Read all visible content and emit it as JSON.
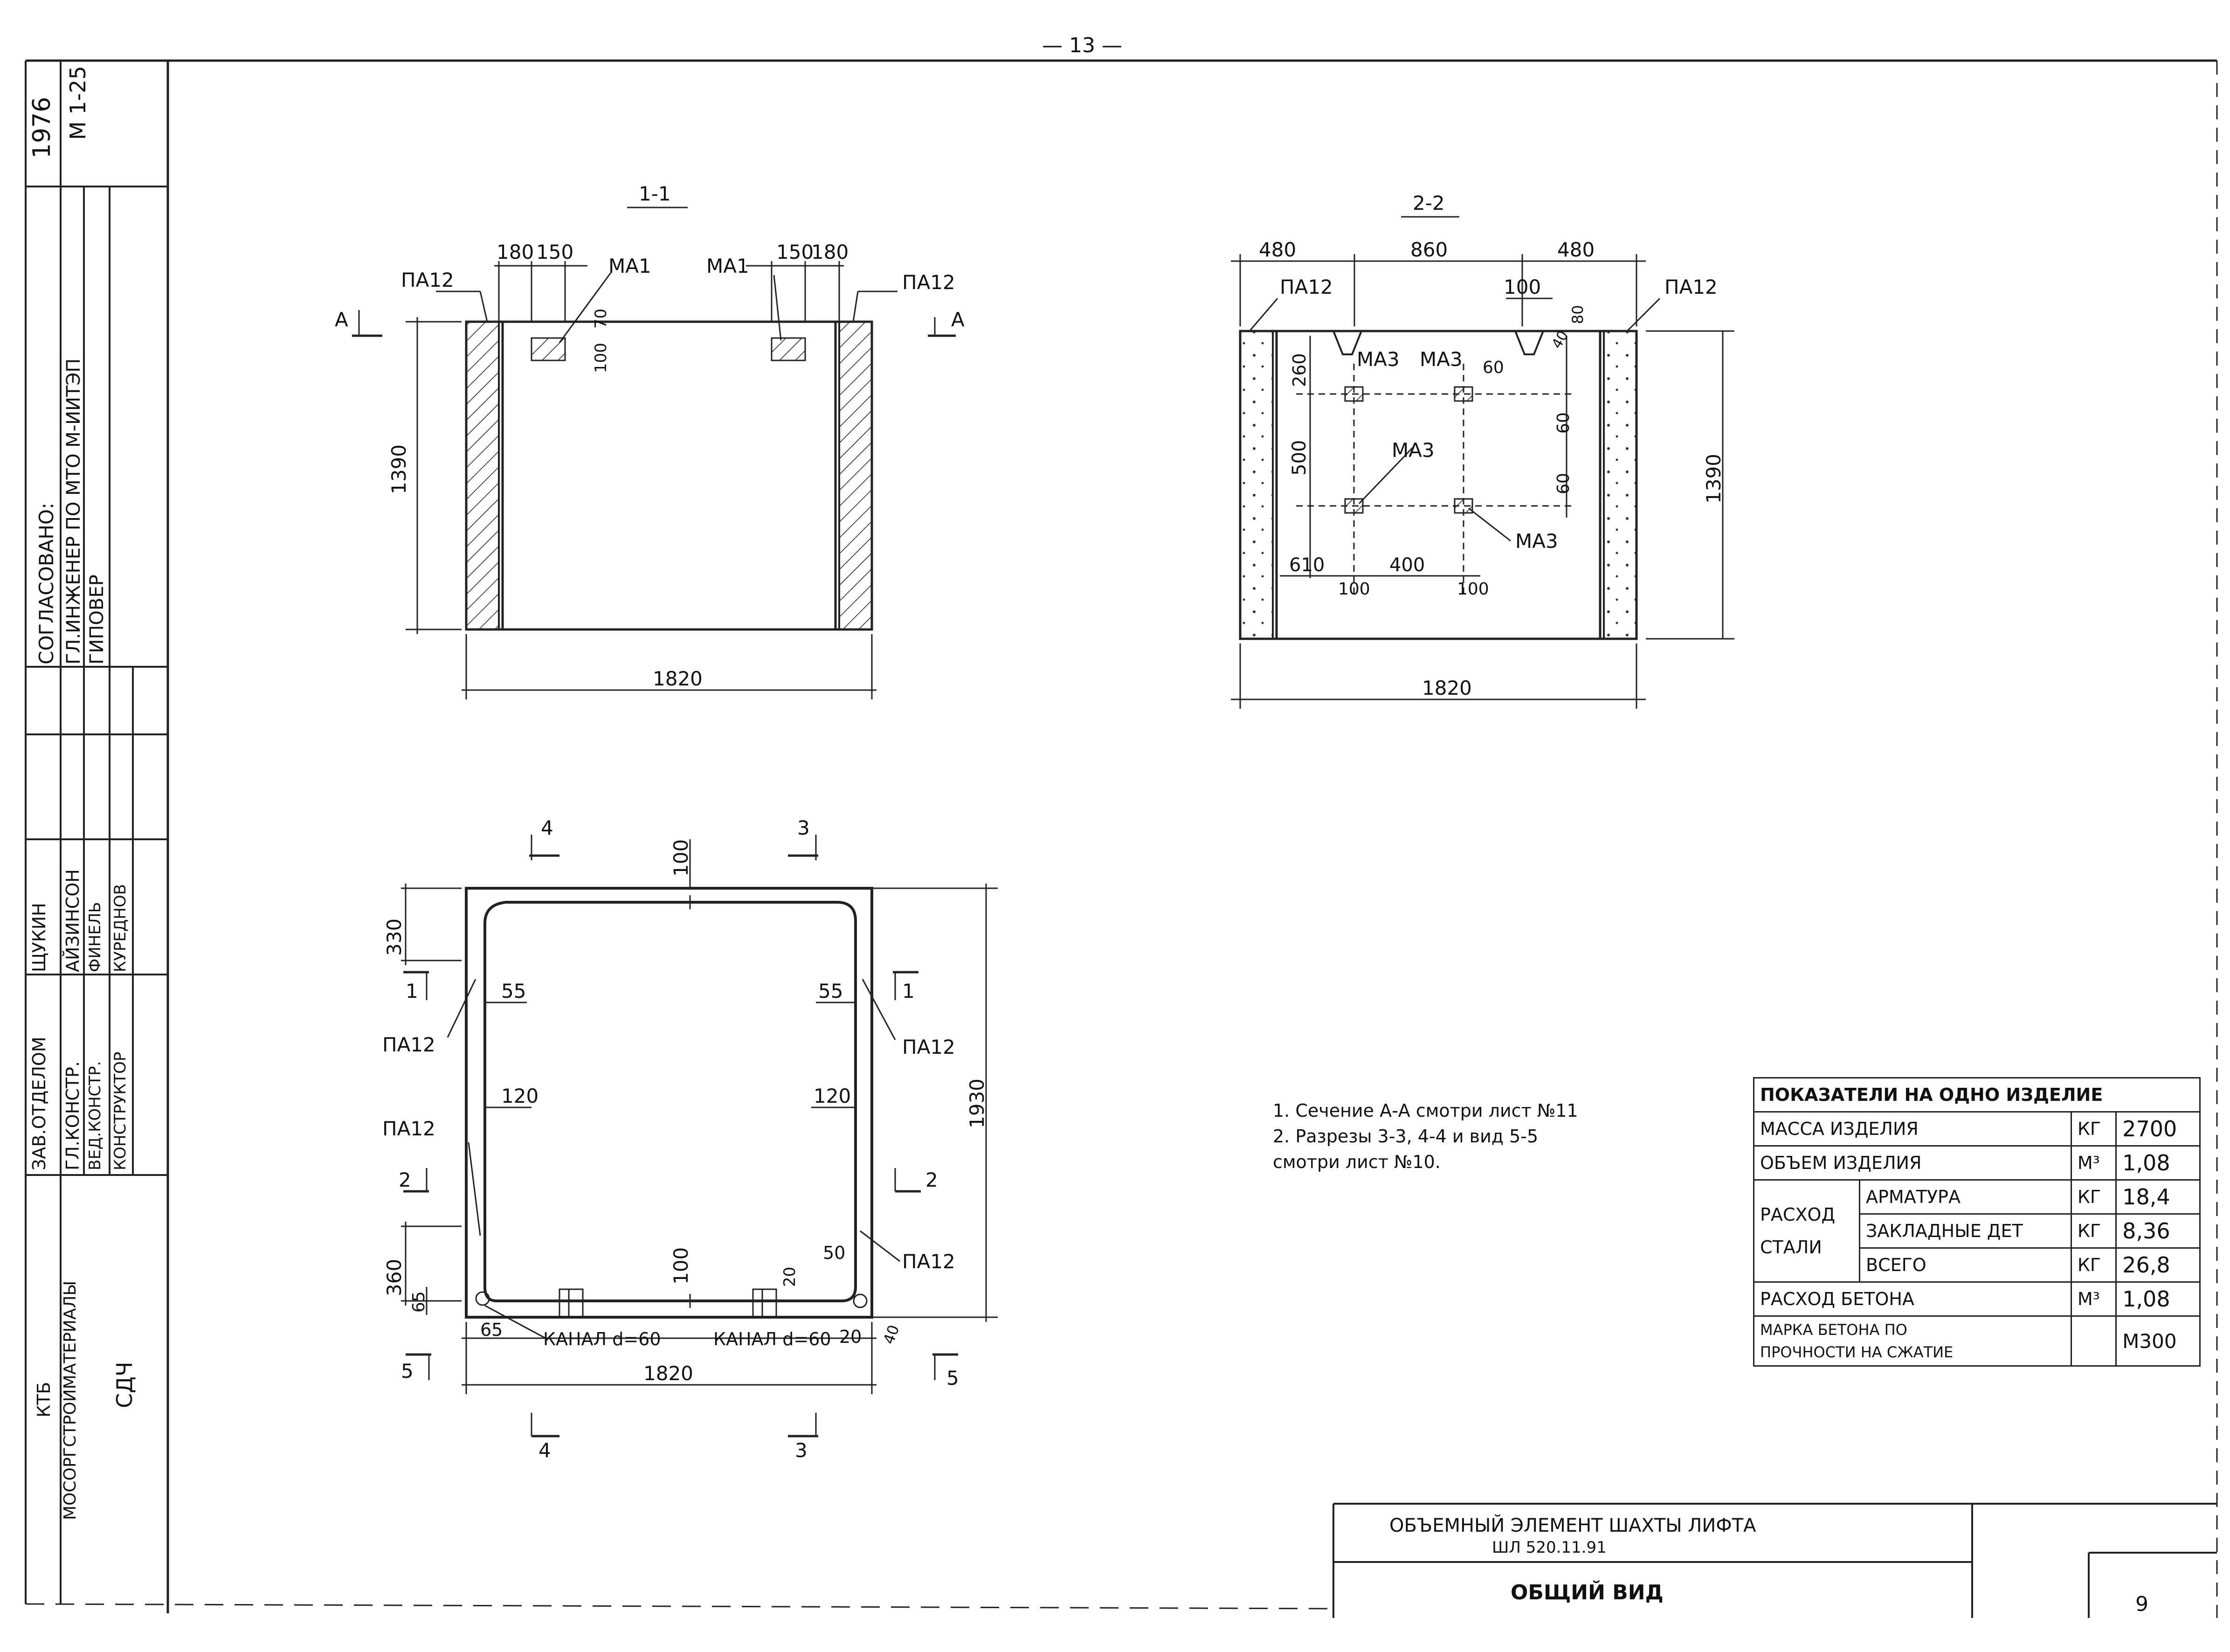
{
  "page_number": "— 13 —",
  "stamp": {
    "year": "1976",
    "series": "М 1-25",
    "agreed": "СОГЛАСОВАНО:",
    "agreed_role1": "ГЛ.ИНЖЕНЕР ПО МТО М-ИИТЭП",
    "agreed_role2": "ГИПОВЕР",
    "roles": [
      "ЗАВ.ОТДЕЛОМ",
      "ГЛ.КОНСТР.",
      "ВЕД.КОНСТР.",
      "КОНСТРУКТОР"
    ],
    "names": [
      "ЩУКИН",
      "АЙЗИНСОН",
      "ФИНЕЛЬ",
      "КУРЕДНОВ"
    ],
    "org_line1": "КТБ",
    "org_line2": "МОСОРГСТРОЙМАТЕРИАЛЫ",
    "sheet_code": "СДЧ"
  },
  "view11": {
    "title": "1-1",
    "dims": {
      "d180l": "180",
      "d150l": "150",
      "d150r": "150",
      "d180r": "180",
      "d70": "70",
      "d100": "100",
      "height": "1390",
      "width": "1820"
    },
    "labels": {
      "pa12l": "ПА12",
      "pa12r": "ПА12",
      "ma1l": "МА1",
      "ma1r": "МА1",
      "al": "А",
      "ar": "А"
    }
  },
  "view22": {
    "title": "2-2",
    "dims": {
      "d480l": "480",
      "d860": "860",
      "d480r": "480",
      "d100": "100",
      "d80": "80",
      "d40": "40",
      "d260": "260",
      "d500": "500",
      "d60a": "60",
      "d60b": "60",
      "d60c": "60",
      "d610": "610",
      "d400": "400",
      "d100a": "100",
      "d100b": "100",
      "height": "1390",
      "width": "1820"
    },
    "labels": {
      "pa12l": "ПА12",
      "pa12r": "ПА12",
      "ma3a": "МА3",
      "ma3b": "МА3",
      "ma3c": "МА3",
      "ma3d": "МА3"
    }
  },
  "plan": {
    "dims": {
      "d100t": "100",
      "d330": "330",
      "d55l": "55",
      "d55r": "55",
      "d120l": "120",
      "d120r": "120",
      "d1930": "1930",
      "d360": "360",
      "d65v": "65",
      "d65h": "65",
      "d100b": "100",
      "d20a": "20",
      "d20b": "20",
      "d50": "50",
      "d40": "40",
      "width": "1820"
    },
    "labels": {
      "pa12a": "ПА12",
      "pa12b": "ПА12",
      "pa12c": "ПА12",
      "pa12d": "ПА12",
      "kanal1": "КАНАЛ d=60",
      "kanal2": "КАНАЛ d=60"
    },
    "sections": {
      "s4t": "4",
      "s3t": "3",
      "s1l": "1",
      "s1r": "1",
      "s2l": "2",
      "s2r": "2",
      "s5l": "5",
      "s5r": "5",
      "s4b": "4",
      "s3b": "3"
    }
  },
  "notes": [
    "1. Сечение А-А смотри лист №11",
    "2. Разрезы 3-3, 4-4 и вид 5-5",
    "смотри лист №10."
  ],
  "indicators": {
    "header": "ПОКАЗАТЕЛИ НА ОДНО ИЗДЕЛИЕ",
    "mass_label": "МАССА ИЗДЕЛИЯ",
    "mass_unit": "КГ",
    "mass_value": "2700",
    "volume_label": "ОБЪЕМ ИЗДЕЛИЯ",
    "volume_unit": "М³",
    "volume_value": "1,08",
    "steel_label1": "РАСХОД",
    "steel_label2": "СТАЛИ",
    "rebar_label": "АРМАТУРА",
    "rebar_unit": "КГ",
    "rebar_value": "18,4",
    "embed_label": "ЗАКЛАДНЫЕ ДЕТ",
    "embed_unit": "КГ",
    "embed_value": "8,36",
    "total_label": "ВСЕГО",
    "total_unit": "КГ",
    "total_value": "26,8",
    "concrete_label": "РАСХОД БЕТОНА",
    "concrete_unit": "М³",
    "concrete_value": "1,08",
    "grade_label1": "МАРКА БЕТОНА ПО",
    "grade_label2": "ПРОЧНОСТИ НА СЖАТИЕ",
    "grade_value": "М300"
  },
  "title_block": {
    "line1": "ОБЪЕМНЫЙ ЭЛЕМЕНТ ШАХТЫ ЛИФТА",
    "line2": "ШЛ 520.11.91",
    "line3": "ОБЩИЙ ВИД",
    "sheet": "9"
  }
}
